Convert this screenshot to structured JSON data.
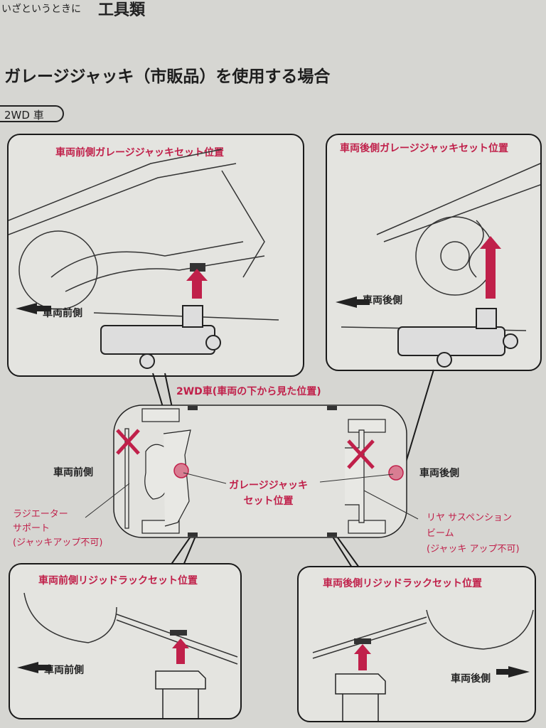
{
  "header": {
    "section": "いざというときに",
    "chapter": "工具類"
  },
  "page_title": "ガレージジャッキ（市販品）を使用する場合",
  "badge": "2WD 車",
  "panels": {
    "front_jack": {
      "title": "車両前側ガレージジャッキセット位置",
      "direction": "車両前側"
    },
    "rear_jack": {
      "title": "車両後側ガレージジャッキセット位置",
      "direction": "車両後側"
    },
    "front_rack": {
      "title": "車両前側リジッドラックセット位置",
      "direction": "車両前側"
    },
    "rear_rack": {
      "title": "車両後側リジッドラックセット位置",
      "direction": "車両後側"
    }
  },
  "diagram": {
    "title": "2WD車(車両の下から見た位置)",
    "front_label": "車両前側",
    "rear_label": "車両後側",
    "jack_point_label_1": "ガレージジャッキ",
    "jack_point_label_2": "セット位置",
    "radiator_1": "ラジエーター",
    "radiator_2": "サポート",
    "radiator_3": "(ジャッキアップ不可)",
    "beam_1": "リヤ サスペンション",
    "beam_2": "ビーム",
    "beam_3": "(ジャッキ アップ不可)"
  },
  "colors": {
    "accent": "#c0204a",
    "line": "#1a1a1a"
  }
}
